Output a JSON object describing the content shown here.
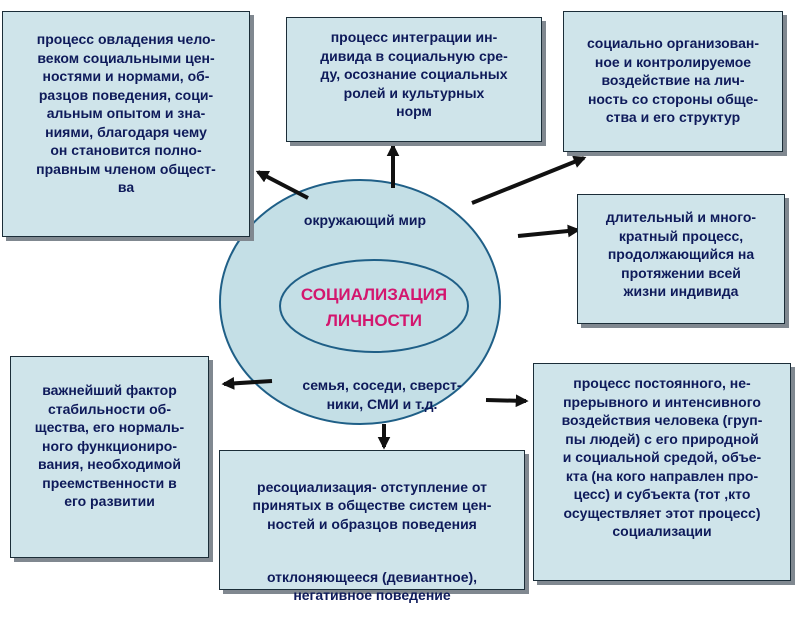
{
  "center": {
    "title": "СОЦИАЛИЗАЦИЯ\nЛИЧНОСТИ",
    "outer_top": "окружающий мир",
    "outer_bottom": "семья, соседи, сверст-\nники, СМИ и т.д."
  },
  "boxes": {
    "top_left": "процесс овладения чело-\nвеком социальными цен-\nностями и нормами, об-\nразцов поведения, соци-\nальным опытом и зна-\nниями, благодаря чему\nон становится полно-\nправным членом общест-\nва",
    "top_center": "процесс интеграции ин-\nдивида в социальную сре-\nду, осознание социальных\nролей и культурных\nнорм",
    "top_right": "социально организован-\nное и контролируемое\nвоздействие на лич-\nность со стороны обще-\nства и его структур",
    "middle_right": "длительный и много-\nкратный процесс,\nпродолжающийся на\nпротяжении всей\nжизни индивида",
    "bottom_left": "важнейший фактор\nстабильности об-\nщества, его нормаль-\nного функциониро-\nвания, необходимой\nпреемственности в\nего развитии",
    "bottom_center_main": "ресоциализация- отступление от\nпринятых в обществе систем цен-\nностей и образцов поведения",
    "bottom_center_extra": "отклоняющееся (девиантное),\nнегативное поведение",
    "bottom_right": "процесс постоянного, не-\nпрерывного и интенсивного\nвоздействия человека (груп-\nпы людей) с его природной\nи социальной средой, объе-\nкта (на кого направлен про-\nцесс) и субъекта (тот ,кто\nосуществляет этот процесс)\nсоциализации"
  },
  "colors": {
    "box_fill": "#cfe4ea",
    "ellipse_fill": "#c4dfe6",
    "text": "#0e1a5a",
    "title": "#d3166e",
    "arrow": "#111111"
  }
}
